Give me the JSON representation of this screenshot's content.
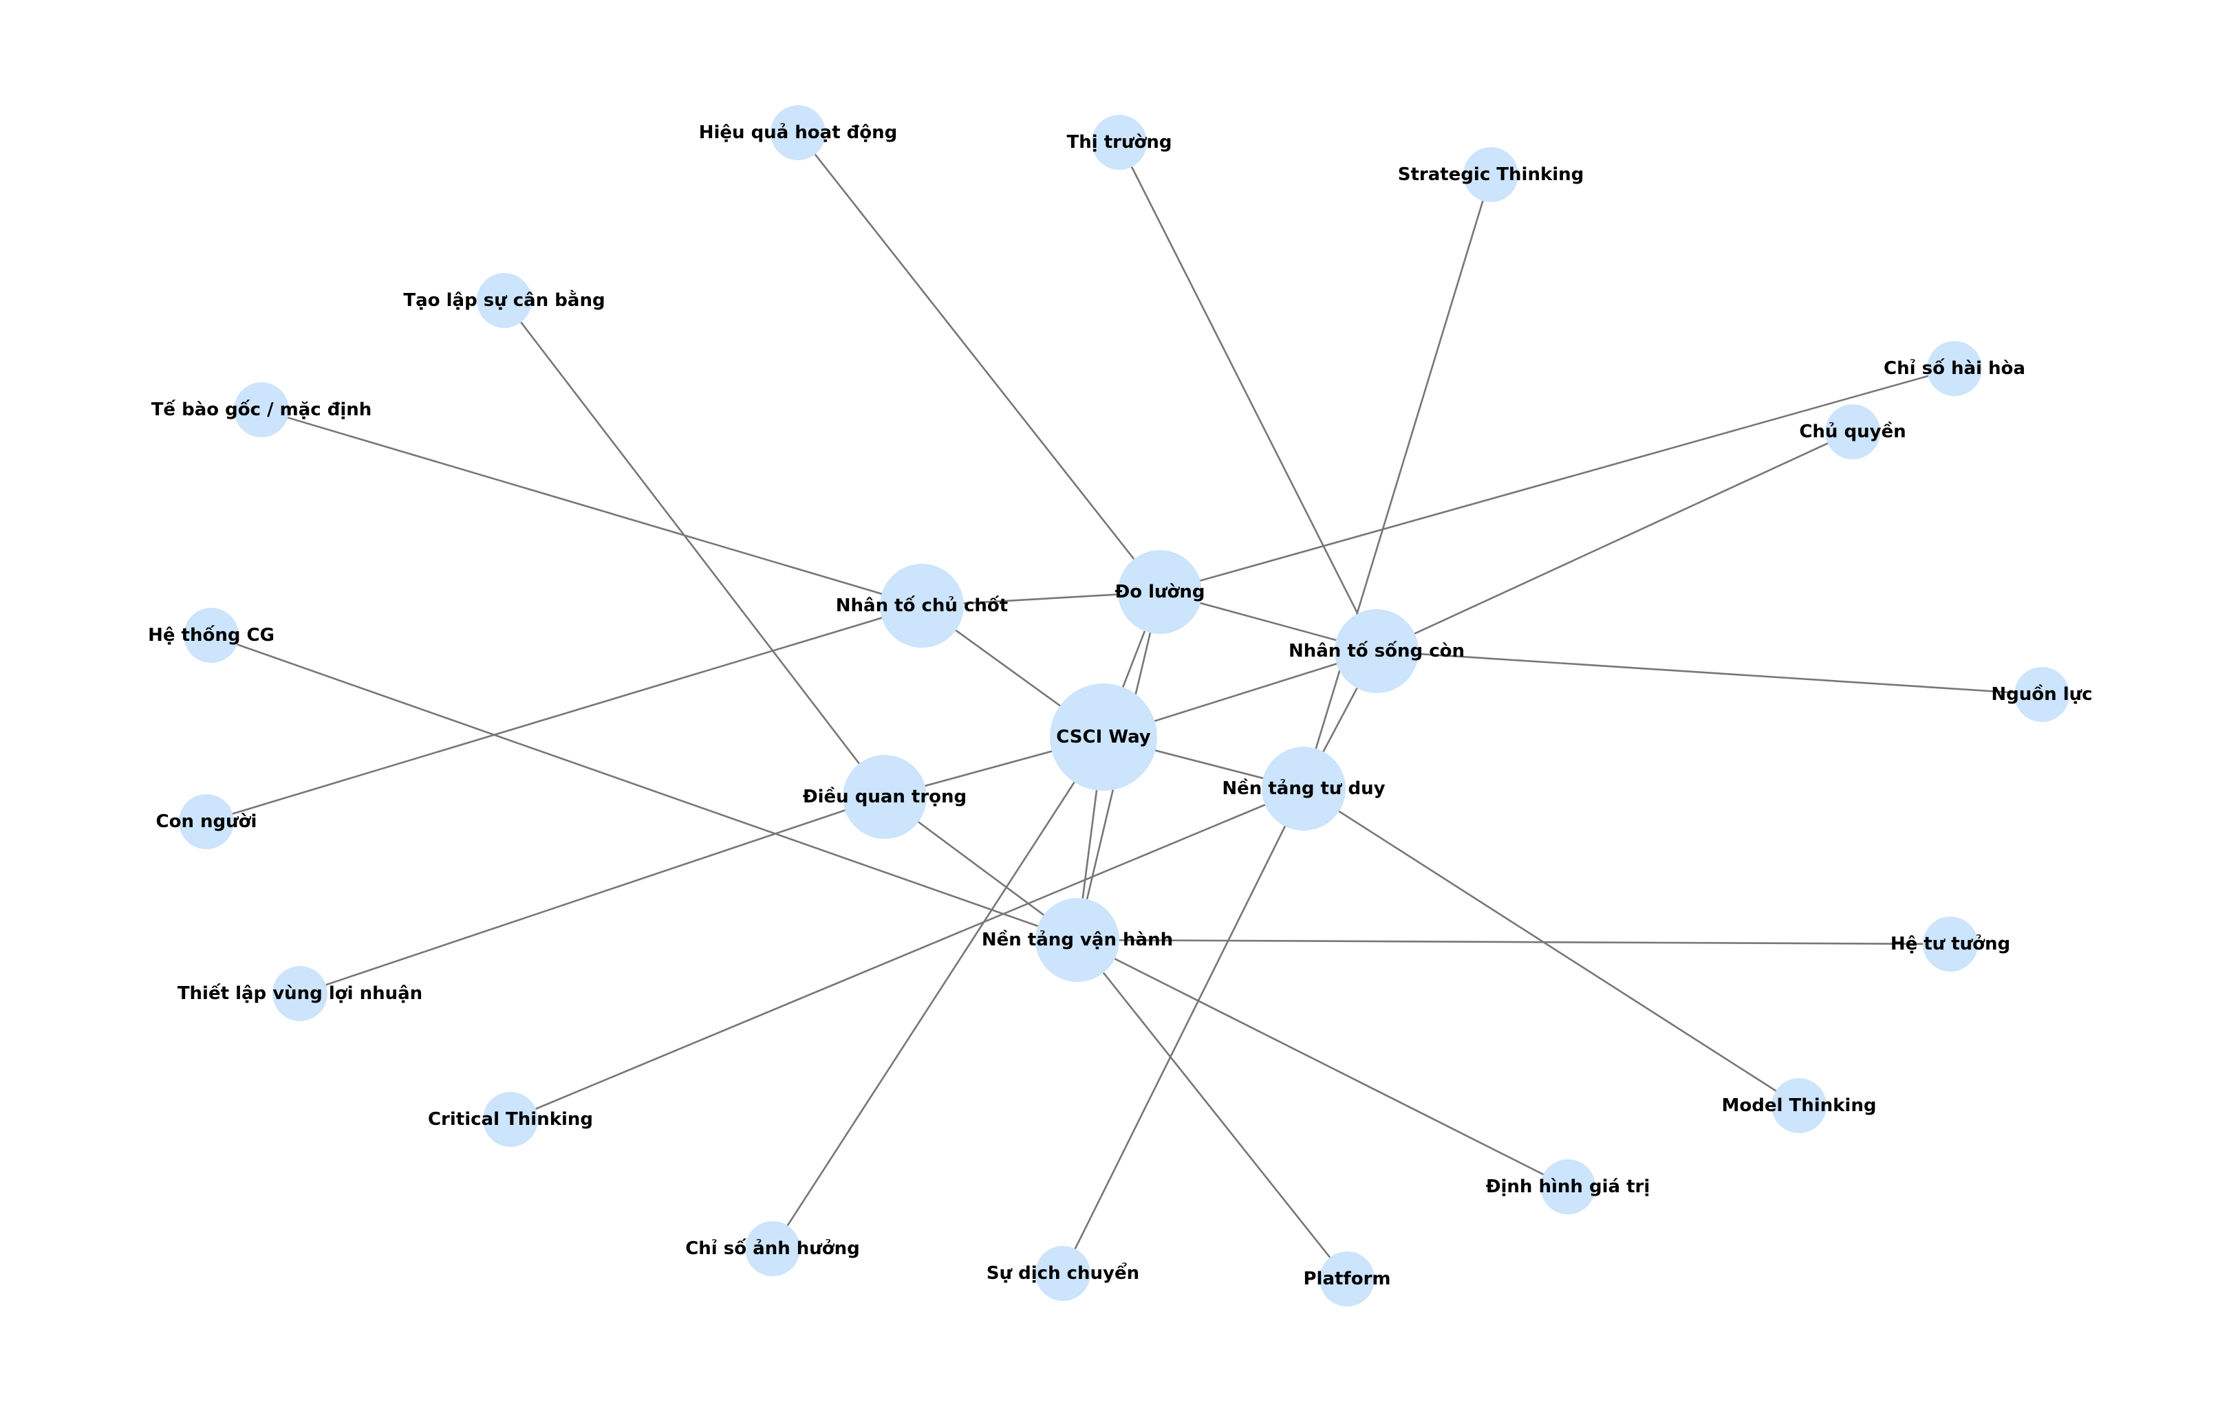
{
  "diagram": {
    "type": "network-graph",
    "node_color": "#cce4fc",
    "edge_color": "#777777",
    "label_color": "#000000",
    "nodes": [
      {
        "id": "csci",
        "label": "CSCI Way",
        "tier": "hub"
      },
      {
        "id": "nhan_to_chu_chot",
        "label": "Nhân tố chủ chốt",
        "tier": "primary"
      },
      {
        "id": "do_luong",
        "label": "Đo lường",
        "tier": "primary"
      },
      {
        "id": "nhan_to_song_con",
        "label": "Nhân tố sống còn",
        "tier": "primary"
      },
      {
        "id": "dieu_quan_trong",
        "label": "Điều quan trọng",
        "tier": "primary"
      },
      {
        "id": "nen_tang_tu_duy",
        "label": "Nền tảng tư duy",
        "tier": "primary"
      },
      {
        "id": "nen_tang_van_hanh",
        "label": "Nền tảng vận hành",
        "tier": "primary"
      },
      {
        "id": "hieu_qua",
        "label": "Hiệu quả hoạt động",
        "tier": "leaf"
      },
      {
        "id": "thi_truong",
        "label": "Thị trường",
        "tier": "leaf"
      },
      {
        "id": "strategic",
        "label": "Strategic Thinking",
        "tier": "leaf"
      },
      {
        "id": "tao_lap",
        "label": "Tạo lập sự cân bằng",
        "tier": "leaf"
      },
      {
        "id": "chi_so_hai_hoa",
        "label": "Chỉ số hài hòa",
        "tier": "leaf"
      },
      {
        "id": "chu_quyen",
        "label": "Chủ quyền",
        "tier": "leaf"
      },
      {
        "id": "te_bao_goc",
        "label": "Tế bào gốc / mặc định",
        "tier": "leaf"
      },
      {
        "id": "he_thong_cg",
        "label": "Hệ thống CG",
        "tier": "leaf"
      },
      {
        "id": "nguon_luc",
        "label": "Nguồn lực",
        "tier": "leaf"
      },
      {
        "id": "con_nguoi",
        "label": "Con người",
        "tier": "leaf"
      },
      {
        "id": "he_tu_tuong",
        "label": "Hệ tư tưởng",
        "tier": "leaf"
      },
      {
        "id": "thiet_lap",
        "label": "Thiết lập vùng lợi nhuận",
        "tier": "leaf"
      },
      {
        "id": "model_thinking",
        "label": "Model Thinking",
        "tier": "leaf"
      },
      {
        "id": "critical_thinking",
        "label": "Critical Thinking",
        "tier": "leaf"
      },
      {
        "id": "dinh_hinh",
        "label": "Định hình giá trị",
        "tier": "leaf"
      },
      {
        "id": "chi_so_anh_huong",
        "label": "Chỉ số ảnh hưởng",
        "tier": "leaf"
      },
      {
        "id": "su_dich_chuyen",
        "label": "Sự dịch chuyển",
        "tier": "leaf"
      },
      {
        "id": "platform",
        "label": "Platform",
        "tier": "leaf"
      }
    ],
    "edges": [
      [
        "csci",
        "nhan_to_chu_chot"
      ],
      [
        "csci",
        "do_luong"
      ],
      [
        "csci",
        "nhan_to_song_con"
      ],
      [
        "csci",
        "dieu_quan_trong"
      ],
      [
        "csci",
        "nen_tang_tu_duy"
      ],
      [
        "csci",
        "nen_tang_van_hanh"
      ],
      [
        "csci",
        "chi_so_anh_huong"
      ],
      [
        "nhan_to_chu_chot",
        "te_bao_goc"
      ],
      [
        "nhan_to_chu_chot",
        "con_nguoi"
      ],
      [
        "nhan_to_chu_chot",
        "do_luong"
      ],
      [
        "do_luong",
        "hieu_qua"
      ],
      [
        "do_luong",
        "chi_so_hai_hoa"
      ],
      [
        "do_luong",
        "nhan_to_song_con"
      ],
      [
        "do_luong",
        "nen_tang_van_hanh"
      ],
      [
        "nhan_to_song_con",
        "thi_truong"
      ],
      [
        "nhan_to_song_con",
        "chu_quyen"
      ],
      [
        "nhan_to_song_con",
        "nguon_luc"
      ],
      [
        "nhan_to_song_con",
        "nen_tang_tu_duy"
      ],
      [
        "nen_tang_tu_duy",
        "strategic"
      ],
      [
        "nen_tang_tu_duy",
        "critical_thinking"
      ],
      [
        "nen_tang_tu_duy",
        "model_thinking"
      ],
      [
        "nen_tang_tu_duy",
        "su_dich_chuyen"
      ],
      [
        "dieu_quan_trong",
        "tao_lap"
      ],
      [
        "dieu_quan_trong",
        "thiet_lap"
      ],
      [
        "dieu_quan_trong",
        "nen_tang_van_hanh"
      ],
      [
        "nen_tang_van_hanh",
        "he_thong_cg"
      ],
      [
        "nen_tang_van_hanh",
        "he_tu_tuong"
      ],
      [
        "nen_tang_van_hanh",
        "dinh_hinh"
      ],
      [
        "nen_tang_van_hanh",
        "platform"
      ]
    ]
  }
}
